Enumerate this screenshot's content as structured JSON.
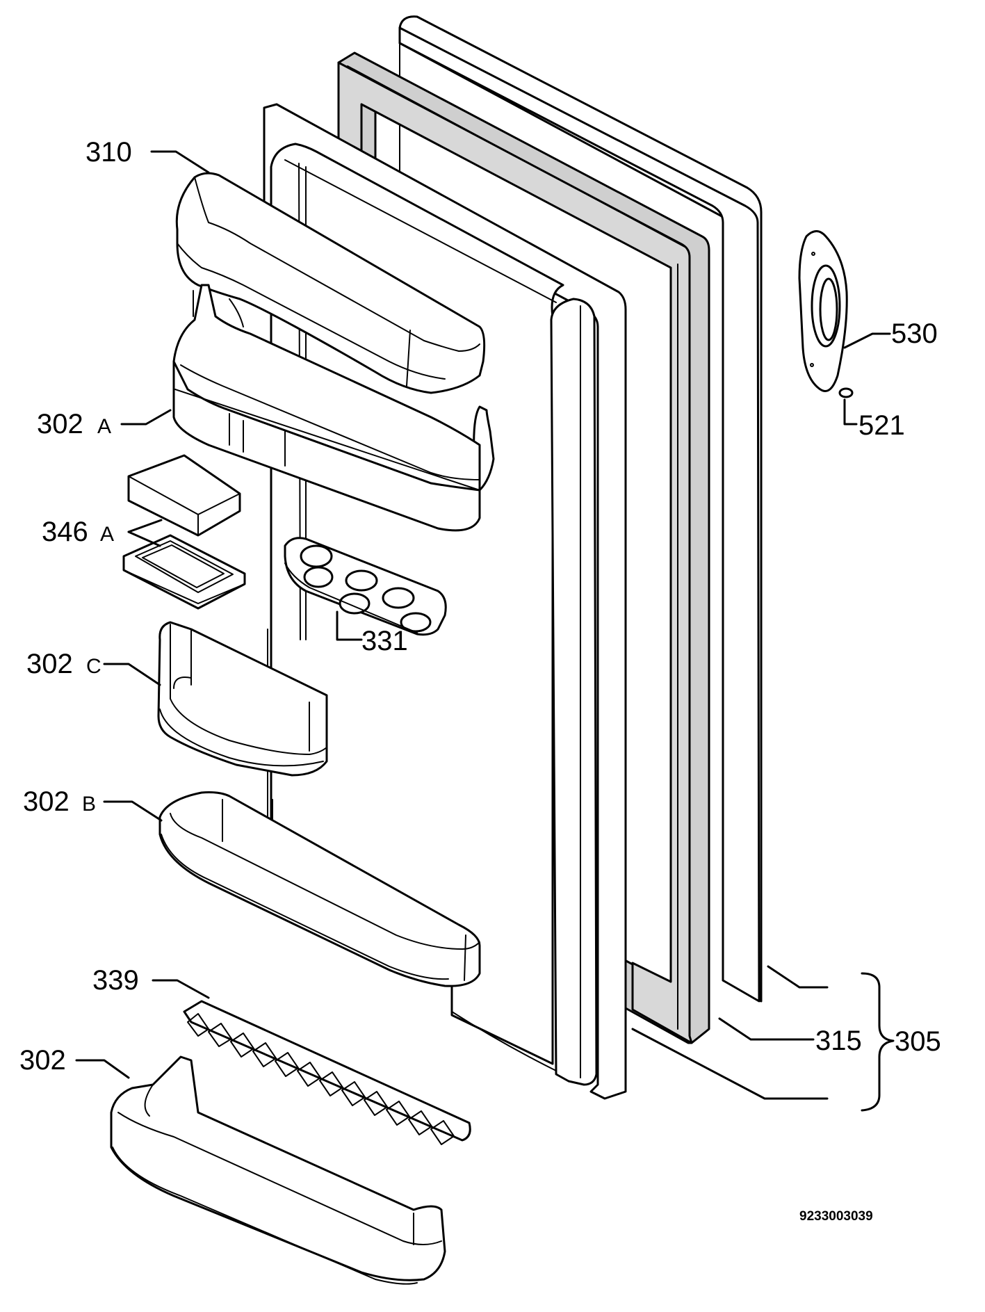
{
  "labels": {
    "p310": "310",
    "p302a_num": "302",
    "p302a_suf": "A",
    "p346a_num": "346",
    "p346a_suf": "A",
    "p302c_num": "302",
    "p302c_suf": "C",
    "p302b_num": "302",
    "p302b_suf": "B",
    "p339": "339",
    "p302": "302",
    "p331": "331",
    "p530": "530",
    "p521": "521",
    "p315": "315",
    "p305": "305"
  },
  "document_number": "9233003039",
  "colors": {
    "line": "#000000",
    "gasket_fill": "#cfcfcf",
    "background": "#ffffff"
  }
}
